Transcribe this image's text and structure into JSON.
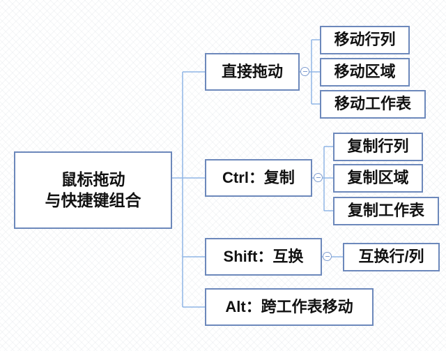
{
  "root": {
    "line1": "鼠标拖动",
    "line2": "与快捷键组合"
  },
  "branches": [
    {
      "label": "直接拖动",
      "children": [
        "移动行列",
        "移动区域",
        "移动工作表"
      ]
    },
    {
      "label": "Ctrl：复制",
      "children": [
        "复制行列",
        "复制区域",
        "复制工作表"
      ]
    },
    {
      "label": "Shift：互换",
      "children": [
        "互换行/列"
      ]
    },
    {
      "label": "Alt：跨工作表移动",
      "children": []
    }
  ],
  "colors": {
    "connector": "#8fb5e6",
    "border": "#6c88bb",
    "text": "#111111"
  }
}
